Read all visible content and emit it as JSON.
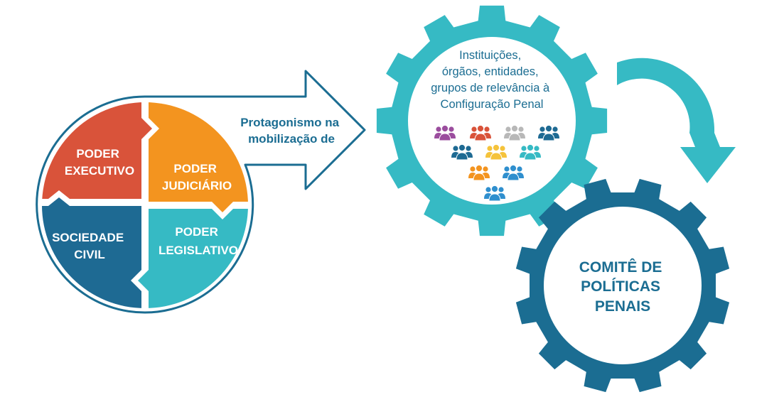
{
  "colors": {
    "executivo": "#d9533a",
    "judiciario": "#f3941f",
    "sociedade": "#1e6a93",
    "legislativo": "#36bac4",
    "arrow_stroke": "#1b6d92",
    "gear_top": "#36bac4",
    "gear_bottom": "#1b6d92",
    "cycle_arrow": "#36bac4",
    "text_dark": "#1b6d92"
  },
  "quadrants": {
    "executivo": {
      "line1": "PODER",
      "line2": "EXECUTIVO"
    },
    "judiciario": {
      "line1": "PODER",
      "line2": "JUDICIÁRIO"
    },
    "sociedade": {
      "line1": "SOCIEDADE",
      "line2": "CIVIL"
    },
    "legislativo": {
      "line1": "PODER",
      "line2": "LEGISLATIVO"
    }
  },
  "arrow_label": {
    "line1": "Protagonismo na",
    "line2": "mobilização de"
  },
  "gear_top": {
    "lines": [
      "Instituições,",
      "órgãos, entidades,",
      "grupos de relevância à",
      "Configuração Penal"
    ],
    "people_icon_colors": [
      "#9b4d9e",
      "#d9533a",
      "#b8b8b8",
      "#1e6a93",
      "#1e6a93",
      "#f5c33b",
      "#36bac4",
      "#f3941f",
      "#2f8fce",
      "#2f8fce"
    ]
  },
  "gear_bottom": {
    "lines": [
      "COMITÊ DE",
      "POLÍTICAS",
      "PENAIS"
    ]
  },
  "icons": {
    "people": "people-group-icon",
    "cycle": "cycle-arrow-icon"
  }
}
